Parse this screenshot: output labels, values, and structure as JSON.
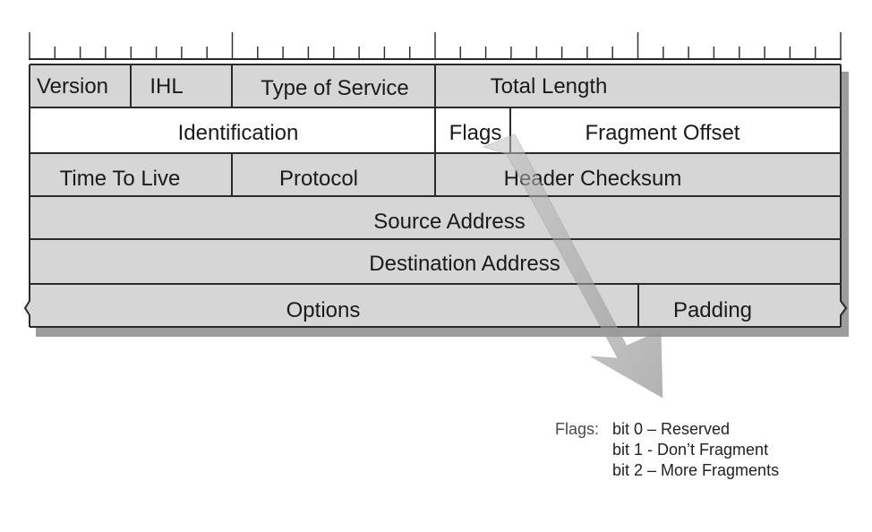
{
  "header_fields": {
    "row1": [
      "Version",
      "IHL",
      "Type of Service",
      "Total Length"
    ],
    "row2": [
      "Identification",
      "Flags",
      "Fragment Offset"
    ],
    "row3": [
      "Time To Live",
      "Protocol",
      "Header Checksum"
    ],
    "row4": [
      "Source Address"
    ],
    "row5": [
      "Destination Address"
    ],
    "row6": [
      "Options",
      "Padding"
    ]
  },
  "flags_note": {
    "key": "Flags:",
    "bits": [
      "bit 0 – Reserved",
      "bit 1 - Don’t Fragment",
      "bit 2 – More Fragments"
    ]
  },
  "colors": {
    "cell_fill": "#d6d6d6",
    "highlight_row": "#ffffff",
    "arrow": "#9a9a9a"
  }
}
